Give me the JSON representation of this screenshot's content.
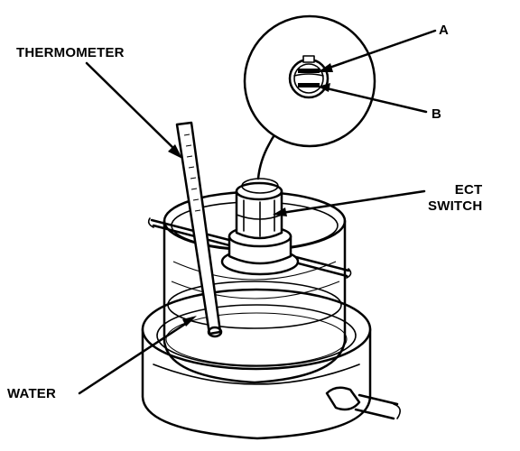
{
  "labels": {
    "thermometer": "THERMOMETER",
    "a": "A",
    "b": "B",
    "ect_line1": "ECT",
    "ect_line2": "SWITCH",
    "water": "WATER"
  },
  "colors": {
    "ink": "#000000",
    "paper": "#ffffff"
  }
}
